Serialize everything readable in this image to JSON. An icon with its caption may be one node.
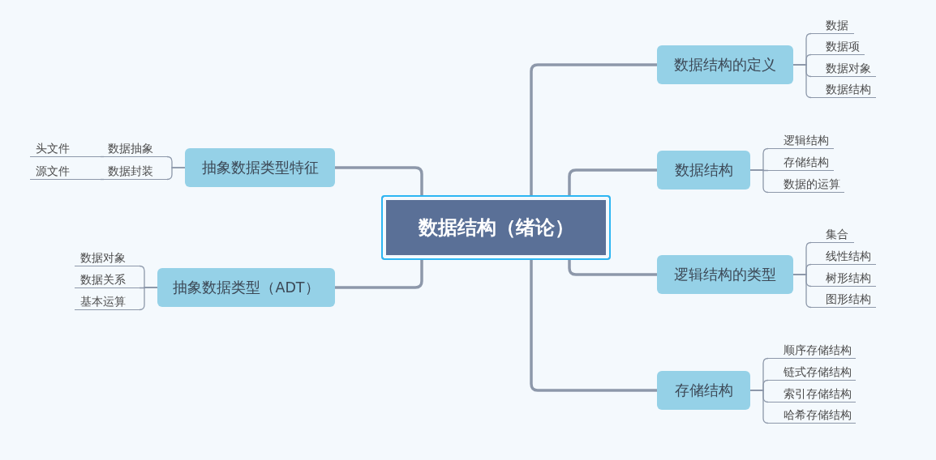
{
  "diagram": {
    "nodes": [
      {
        "text": [
          "数据结构（绪论）"
        ]
      },
      {
        "text": [
          "数据结构的定义"
        ]
      },
      {
        "text": [
          "数据"
        ]
      },
      {
        "text": [
          "数据项"
        ]
      },
      {
        "text": [
          "数据对象"
        ]
      },
      {
        "text": [
          "数据结构"
        ]
      },
      {
        "text": [
          "数据结构"
        ]
      },
      {
        "text": [
          "逻辑结构"
        ]
      },
      {
        "text": [
          "存储结构"
        ]
      },
      {
        "text": [
          "数据的运算"
        ]
      },
      {
        "text": [
          "逻辑结构的类型"
        ]
      },
      {
        "text": [
          "集合"
        ]
      },
      {
        "text": [
          "线性结构"
        ]
      },
      {
        "text": [
          "树形结构"
        ]
      },
      {
        "text": [
          "图形结构"
        ]
      },
      {
        "text": [
          "存储结构"
        ]
      },
      {
        "text": [
          "顺序存储结构"
        ]
      },
      {
        "text": [
          "链式存储结构"
        ]
      },
      {
        "text": [
          "索引存储结构"
        ]
      },
      {
        "text": [
          "哈希存储结构"
        ]
      },
      {
        "text": [
          "抽象数据类型特征"
        ]
      },
      {
        "text": [
          "数据抽象"
        ]
      },
      {
        "text": [
          "头文件"
        ]
      },
      {
        "text": [
          "数据封装"
        ]
      },
      {
        "text": [
          "源文件"
        ]
      },
      {
        "text": [
          "抽象数据类型（ADT）"
        ]
      },
      {
        "text": [
          "数据对象"
        ]
      },
      {
        "text": [
          "数据关系"
        ]
      },
      {
        "text": [
          "基本运算"
        ]
      }
    ],
    "edges": [
      {
        "from": 0,
        "to": 1,
        "arrow": "none",
        "style": "thick"
      },
      {
        "from": 1,
        "to": 2,
        "arrow": "none"
      },
      {
        "from": 1,
        "to": 3,
        "arrow": "none"
      },
      {
        "from": 1,
        "to": 4,
        "arrow": "none"
      },
      {
        "from": 1,
        "to": 5,
        "arrow": "none"
      },
      {
        "from": 0,
        "to": 6,
        "arrow": "none",
        "style": "thick"
      },
      {
        "from": 6,
        "to": 7,
        "arrow": "none"
      },
      {
        "from": 6,
        "to": 8,
        "arrow": "none"
      },
      {
        "from": 6,
        "to": 9,
        "arrow": "none"
      },
      {
        "from": 0,
        "to": 10,
        "arrow": "none",
        "style": "thick"
      },
      {
        "from": 10,
        "to": 11,
        "arrow": "none"
      },
      {
        "from": 10,
        "to": 12,
        "arrow": "none"
      },
      {
        "from": 10,
        "to": 13,
        "arrow": "none"
      },
      {
        "from": 10,
        "to": 14,
        "arrow": "none"
      },
      {
        "from": 0,
        "to": 15,
        "arrow": "none",
        "style": "thick"
      },
      {
        "from": 15,
        "to": 16,
        "arrow": "none"
      },
      {
        "from": 15,
        "to": 17,
        "arrow": "none"
      },
      {
        "from": 15,
        "to": 18,
        "arrow": "none"
      },
      {
        "from": 15,
        "to": 19,
        "arrow": "none"
      },
      {
        "from": 0,
        "to": 20,
        "arrow": "none",
        "style": "thick"
      },
      {
        "from": 20,
        "to": 21,
        "arrow": "none"
      },
      {
        "from": 21,
        "to": 22,
        "arrow": "none"
      },
      {
        "from": 20,
        "to": 23,
        "arrow": "none"
      },
      {
        "from": 23,
        "to": 24,
        "arrow": "none"
      },
      {
        "from": 0,
        "to": 25,
        "arrow": "none",
        "style": "thick"
      },
      {
        "from": 25,
        "to": 26,
        "arrow": "none"
      },
      {
        "from": 25,
        "to": 27,
        "arrow": "none"
      },
      {
        "from": 25,
        "to": 28,
        "arrow": "none"
      }
    ]
  }
}
